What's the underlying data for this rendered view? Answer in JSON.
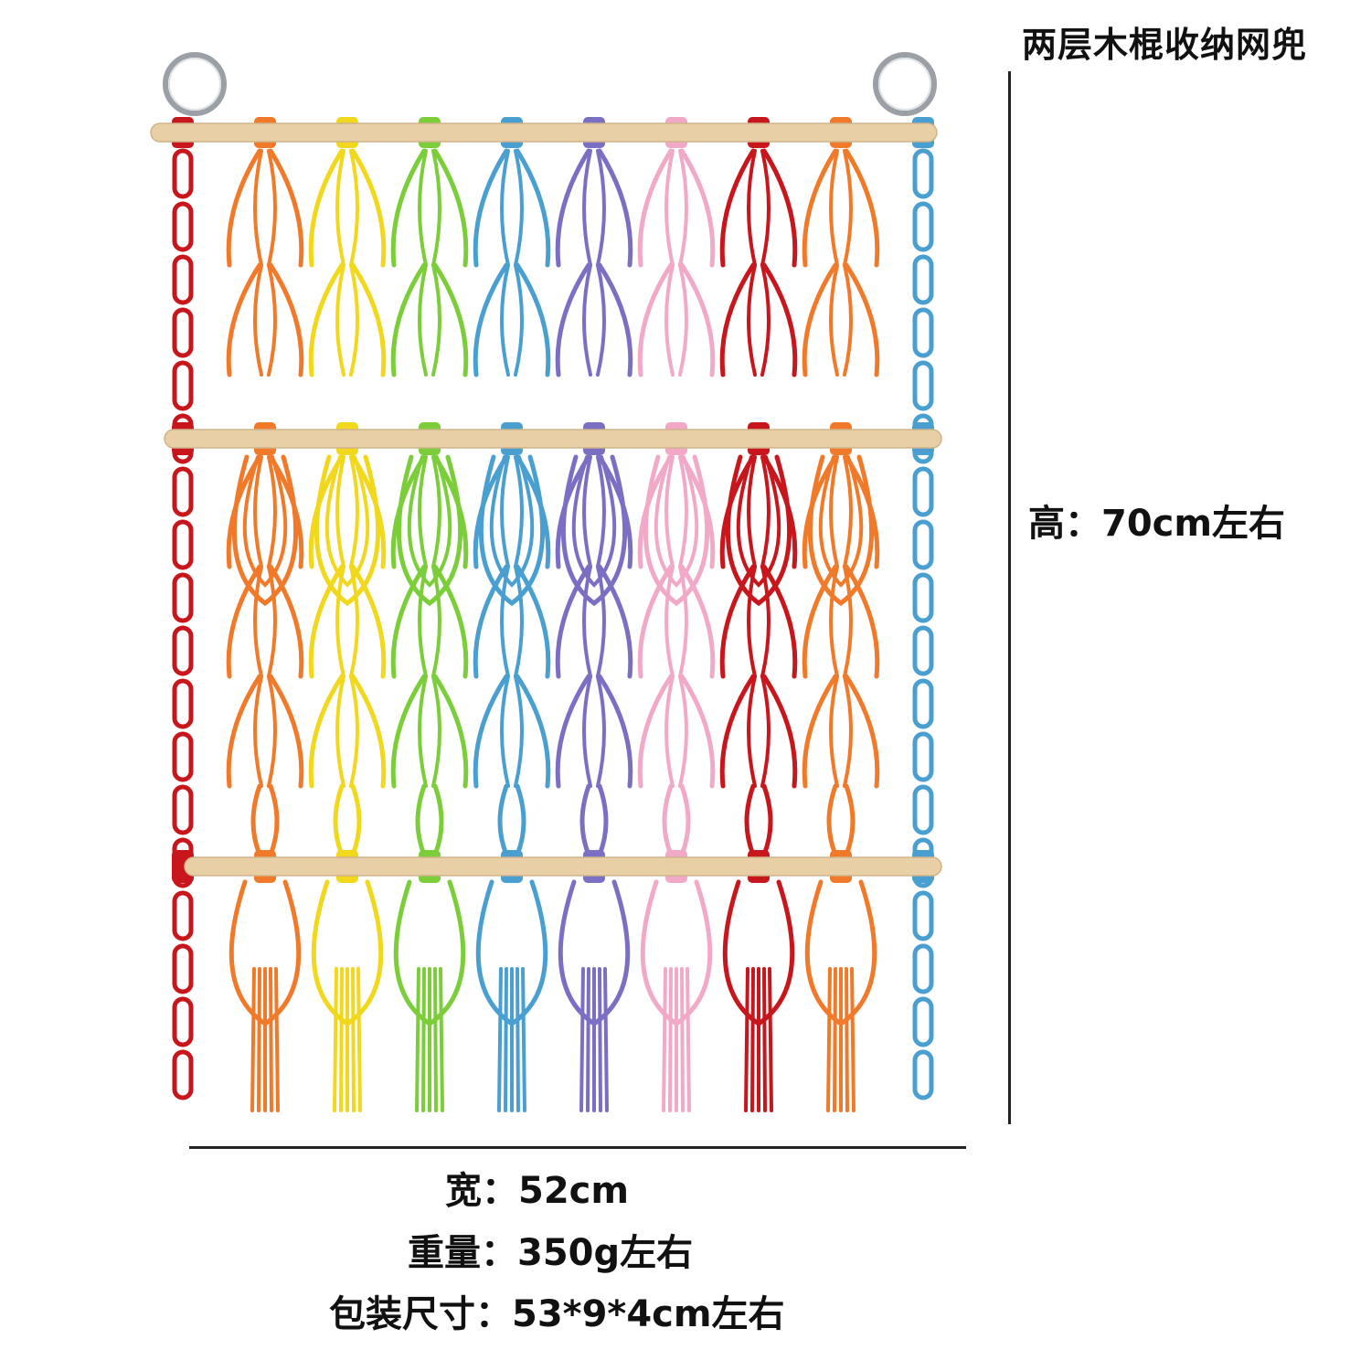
{
  "title": "两层木棍收纳网兜",
  "dimensions": {
    "height_label": "高：70cm左右",
    "width_label": "宽：52cm",
    "weight_label": "重量：350g左右",
    "package_label": "包装尺寸：53*9*4cm左右"
  },
  "rope_colors": [
    "#c8161d",
    "#f07a2a",
    "#f2d81c",
    "#7ccd3a",
    "#4a9fd1",
    "#7b6fc4",
    "#f2a9c7",
    "#c8161d",
    "#f07a2a",
    "#4a9fd1"
  ],
  "wood_color": "#e8cfa6"
}
